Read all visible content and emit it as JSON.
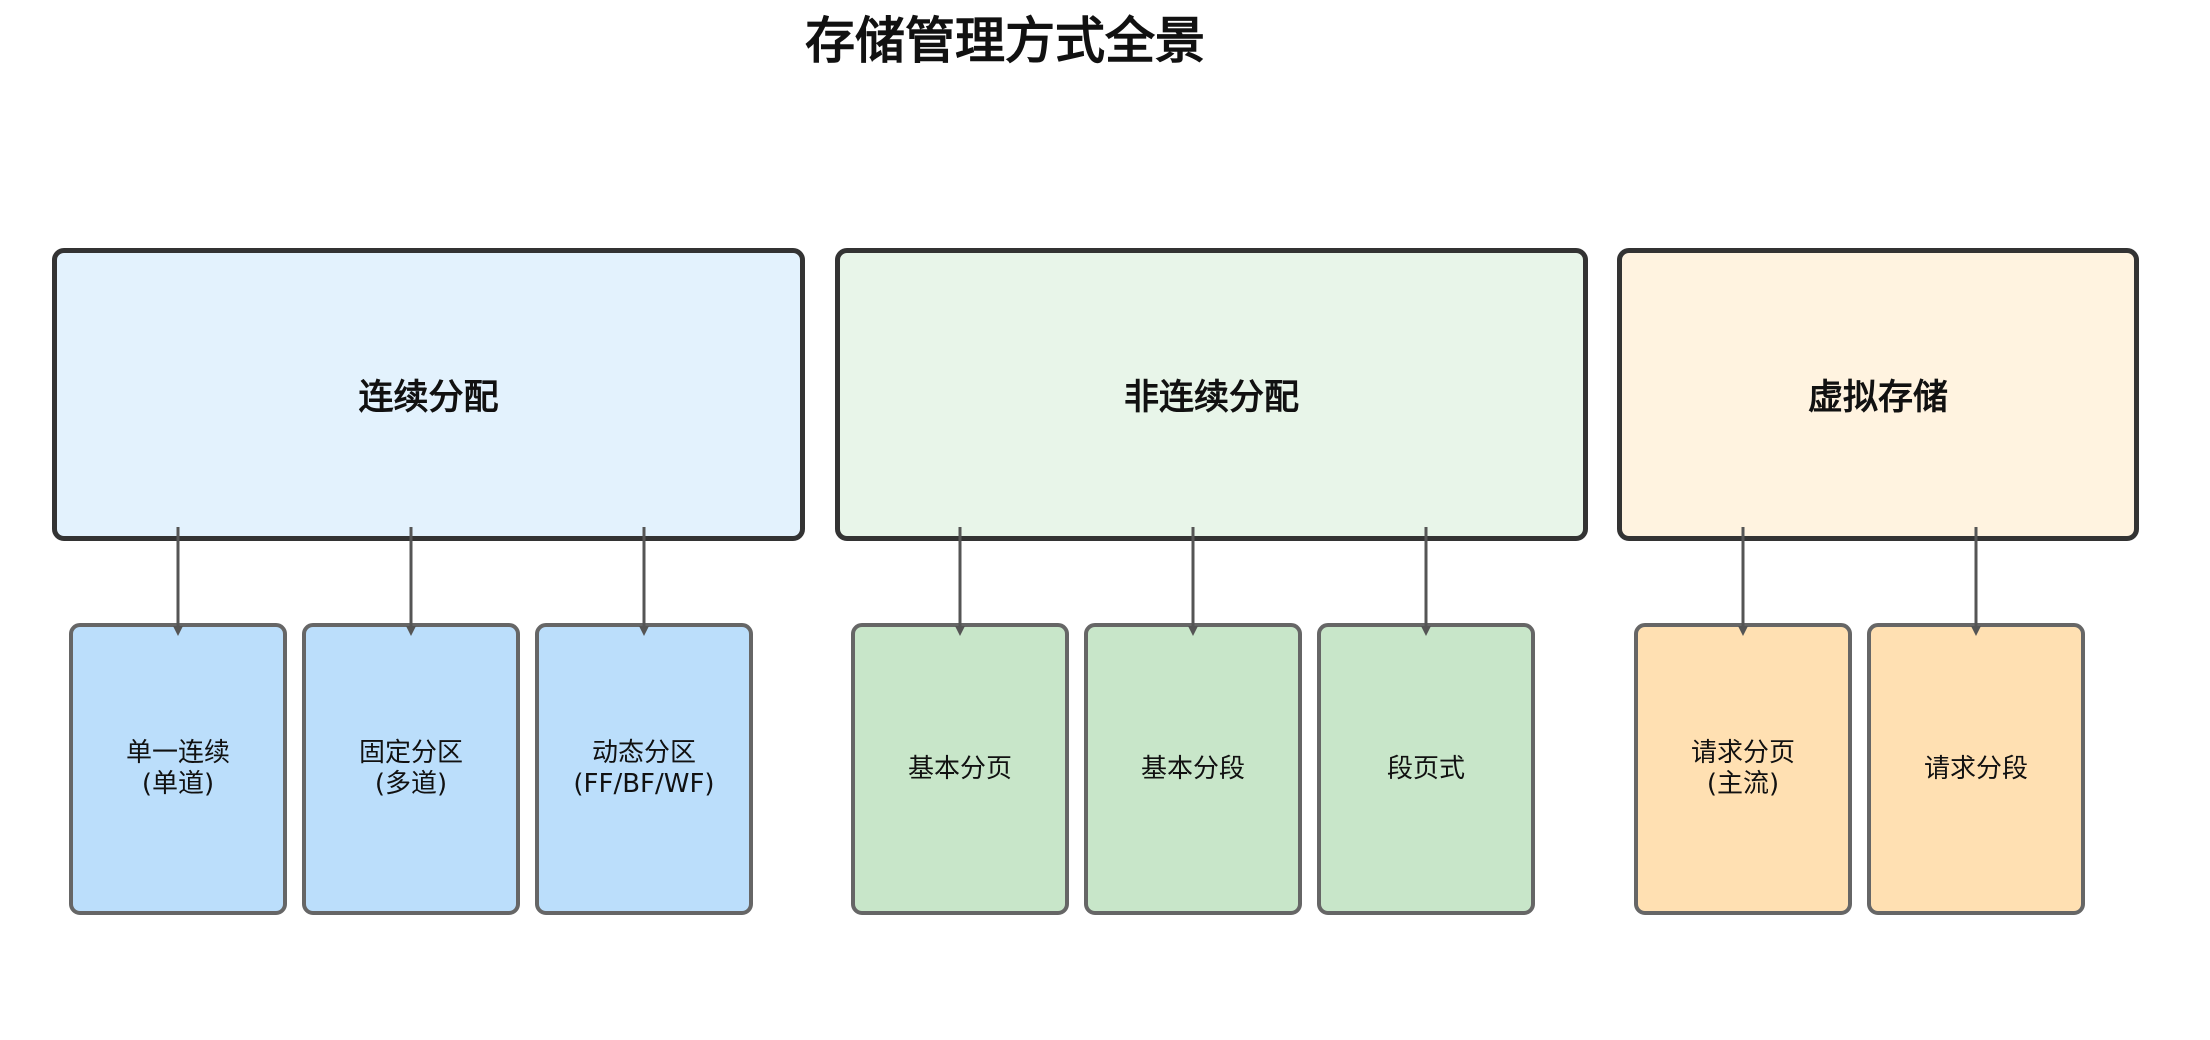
{
  "title": "存储管理方式全景",
  "groups": [
    {
      "label": "连续分配",
      "fill": "#e3f2fd",
      "child_fill": "#bbdefb",
      "children": [
        "单一连续\n(单道)",
        "固定分区\n(多道)",
        "动态分区\n(FF/BF/WF)"
      ]
    },
    {
      "label": "非连续分配",
      "fill": "#e8f5e9",
      "child_fill": "#c8e6c9",
      "children": [
        "基本分页",
        "基本分段",
        "段页式"
      ]
    },
    {
      "label": "虚拟存储",
      "fill": "#fff3e0",
      "child_fill": "#ffe0b2",
      "children": [
        "请求分页\n(主流)",
        "请求分段"
      ]
    }
  ],
  "colors": {
    "group_border": "#333333",
    "child_border": "#666666",
    "arrow": "#555555"
  }
}
